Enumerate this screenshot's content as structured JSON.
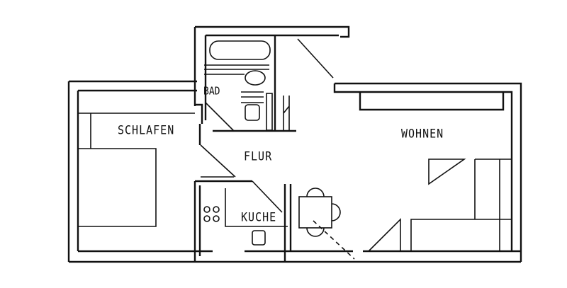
{
  "rooms": {
    "schlafen": "SCHLAFEN",
    "wohnen": "WOHNEN",
    "flur": "FLUR",
    "kuche": "KUCHE",
    "bad": "BAD"
  }
}
